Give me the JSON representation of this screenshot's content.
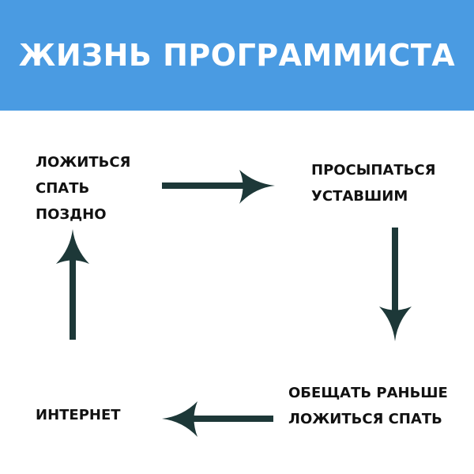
{
  "title": "ЖИЗНЬ ПРОГРАММИСТА",
  "colors": {
    "header": "#4a9be2",
    "arrow": "#1d3838",
    "text": "#111111"
  },
  "nodes": [
    {
      "lines": [
        "ЛОЖИТЬСЯ",
        "СПАТЬ",
        "ПОЗДНО"
      ]
    },
    {
      "lines": [
        "ПРОСЫПАТЬСЯ",
        "УСТАВШИМ"
      ]
    },
    {
      "lines": [
        "ОБЕЩАТЬ РАНЬШЕ",
        "ЛОЖИТЬСЯ СПАТЬ"
      ]
    },
    {
      "lines": [
        "ИНТЕРНЕТ"
      ]
    }
  ]
}
